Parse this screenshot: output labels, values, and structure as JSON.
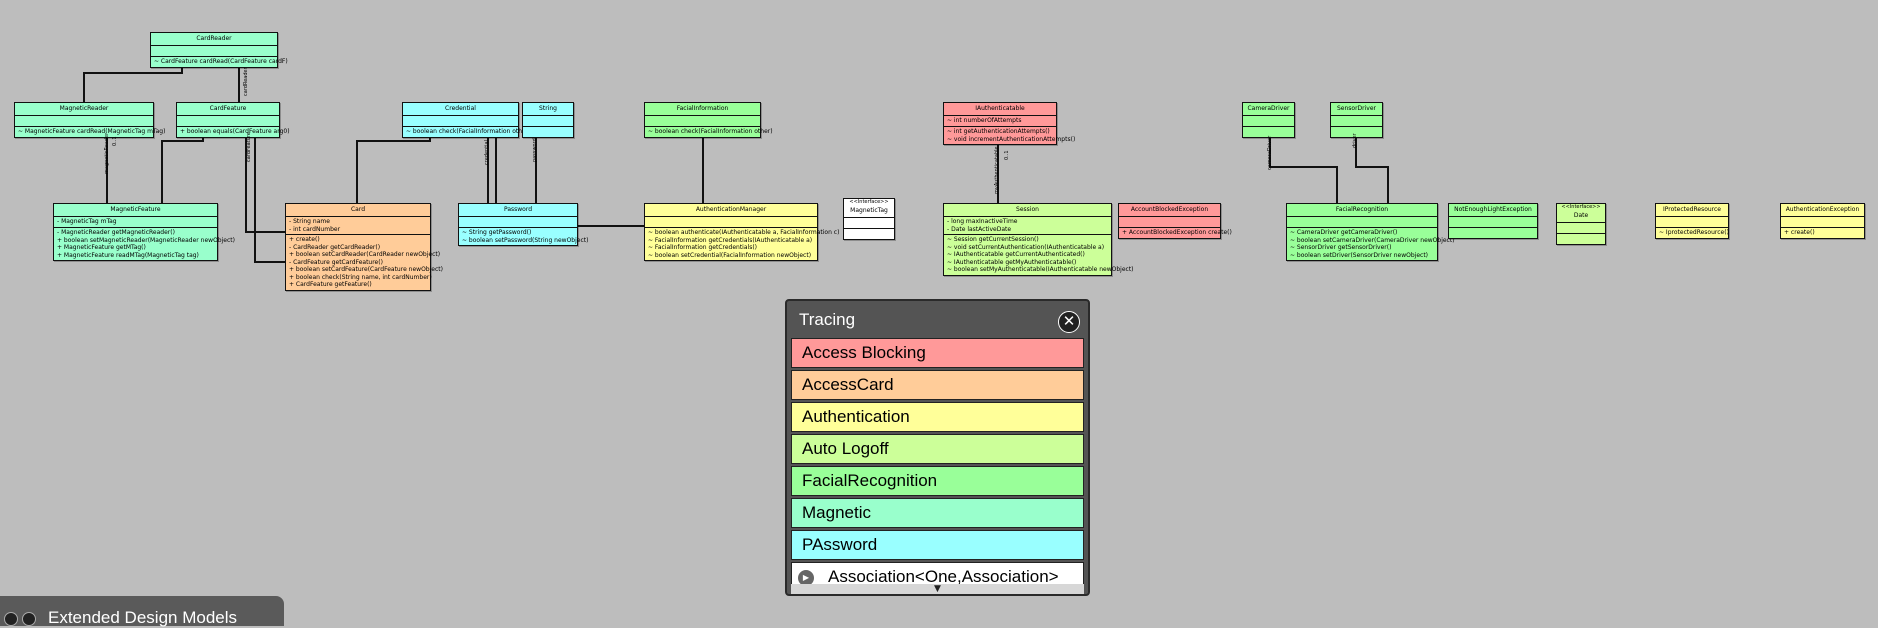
{
  "colors": {
    "access_blocking": "#ff9999",
    "access_card": "#ffcc99",
    "authentication": "#ffff99",
    "auto_logoff": "#ccff99",
    "facial_recognition": "#99ff99",
    "magnetic": "#99ffcc",
    "password": "#99ffff",
    "plain": "#ffffff",
    "line": "#111111"
  },
  "classes": [
    {
      "id": "CardReader",
      "title": "CardReader",
      "color": "magnetic",
      "attrs": [],
      "ops": [
        "~ CardFeature cardRead(CardFeature cardF)"
      ]
    },
    {
      "id": "MagneticReader",
      "title": "MagneticReader",
      "color": "magnetic",
      "attrs": [],
      "ops": [
        "~ MagneticFeature cardRead(MagneticTag mTag)"
      ]
    },
    {
      "id": "CardFeature",
      "title": "CardFeature",
      "color": "magnetic",
      "attrs": [],
      "ops": [
        "+ boolean equals(CardFeature arg0)"
      ]
    },
    {
      "id": "MagneticFeature",
      "title": "MagneticFeature",
      "color": "magnetic",
      "attrs": [
        "- MagneticTag mTag"
      ],
      "ops": [
        "- MagneticReader getMagneticReader()",
        "+ boolean setMagneticReader(MagneticReader newObject)",
        "+ MagneticFeature getMTag()",
        "+ MagneticFeature readMTag(MagneticTag tag)"
      ]
    },
    {
      "id": "Card",
      "title": "Card",
      "color": "access_card",
      "attrs": [
        "- String name",
        "- int cardNumber"
      ],
      "ops": [
        "+ create()",
        "- CardReader getCardReader()",
        "+ boolean setCardReader(CardReader newObject)",
        "- CardFeature getCardFeature()",
        "+ boolean setCardFeature(CardFeature newObject)",
        "+ boolean check(String name, int cardNumber)",
        "+ CardFeature getFeature()"
      ]
    },
    {
      "id": "Credential",
      "title": "Credential",
      "color": "password",
      "attrs": [],
      "ops": [
        "~ boolean check(FacialInformation other)"
      ]
    },
    {
      "id": "String",
      "title": "String",
      "color": "password",
      "attrs": [],
      "ops": []
    },
    {
      "id": "Password",
      "title": "Password",
      "color": "password",
      "attrs": [],
      "ops": [
        "~ String getPassword()",
        "~ boolean setPassword(String newObject)"
      ]
    },
    {
      "id": "FacialInformation",
      "title": "FacialInformation",
      "color": "facial_recognition",
      "attrs": [],
      "ops": [
        "~ boolean check(FacialInformation other)"
      ]
    },
    {
      "id": "AuthenticationManager",
      "title": "AuthenticationManager",
      "color": "authentication",
      "attrs": [],
      "ops": [
        "~ boolean authenticate(IAuthenticatable a, FacialInformation c)",
        "~ FacialInformation getCredentials(IAuthenticatable a)",
        "~ FacialInformation getCredentials()",
        "~ boolean setCredential(FacialInformation newObject)"
      ]
    },
    {
      "id": "MagneticTag",
      "title": "MagneticTag",
      "stereo": "<<Interface>>",
      "color": "plain",
      "attrs": [],
      "ops": []
    },
    {
      "id": "IAuthenticatable",
      "title": "IAuthenticatable",
      "color": "access_blocking",
      "attrs": [
        "~ int numberOfAttempts"
      ],
      "ops": [
        "~ int getAuthenticationAttempts()",
        "~ void incrementAuthenticationAttempts()"
      ]
    },
    {
      "id": "Session",
      "title": "Session",
      "color": "auto_logoff",
      "attrs": [
        "- long maxInactiveTime",
        "- Date lastActiveDate"
      ],
      "ops": [
        "~ Session getCurrentSession()",
        "~ void setCurrentAuthentication(IAuthenticatable a)",
        "~ IAuthenticatable getCurrentAuthenticated()",
        "~ IAuthenticatable getMyAuthenticatable()",
        "~ boolean setMyAuthenticatable(IAuthenticatable newObject)"
      ]
    },
    {
      "id": "AccountBlockedException",
      "title": "AccountBlockedException",
      "color": "access_blocking",
      "attrs": [],
      "ops": [
        "+ AccountBlockedException create()"
      ]
    },
    {
      "id": "CameraDriver",
      "title": "CameraDriver",
      "color": "facial_recognition",
      "attrs": [],
      "ops": []
    },
    {
      "id": "SensorDriver",
      "title": "SensorDriver",
      "color": "facial_recognition",
      "attrs": [],
      "ops": []
    },
    {
      "id": "FacialRecognition",
      "title": "FacialRecognition",
      "color": "facial_recognition",
      "attrs": [],
      "ops": [
        "~ CameraDriver getCameraDriver()",
        "~ boolean setCameraDriver(CameraDriver newObject)",
        "~ SensorDriver getSensorDriver()",
        "~ boolean setDriver(SensorDriver newObject)"
      ]
    },
    {
      "id": "NotEnoughLightException",
      "title": "NotEnoughLightException",
      "color": "facial_recognition",
      "attrs": [],
      "ops": []
    },
    {
      "id": "Date",
      "title": "Date",
      "stereo": "<<Interface>>",
      "color": "auto_logoff",
      "attrs": [],
      "ops": []
    },
    {
      "id": "IProtectedResource",
      "title": "IProtectedResource",
      "color": "authentication",
      "attrs": [],
      "ops": [
        "~ IprotectedResource()"
      ]
    },
    {
      "id": "AuthenticationException",
      "title": "AuthenticationException",
      "color": "authentication",
      "attrs": [],
      "ops": [
        "+ create()"
      ]
    }
  ],
  "association_labels": {
    "card_feature": "cardFeature",
    "card_reader": "cardReader",
    "magnetic_reader": "magneticReader",
    "magnetic_reader_mult": "0..1",
    "credential": "credential",
    "password": "password",
    "my_authenticatable": "myAuthenticatable",
    "my_authenticatable_mult": "0..1",
    "camera_driver": "cameraDriver",
    "driver": "driver"
  },
  "tracing": {
    "title": "Tracing",
    "items": [
      {
        "label": "Access Blocking",
        "color": "#ff9999"
      },
      {
        "label": "AccessCard",
        "color": "#ffcc99"
      },
      {
        "label": "Authentication",
        "color": "#ffff99"
      },
      {
        "label": "Auto Logoff",
        "color": "#ccff99"
      },
      {
        "label": "FacialRecognition",
        "color": "#99ff99"
      },
      {
        "label": "Magnetic",
        "color": "#99ffcc"
      },
      {
        "label": "PAssword",
        "color": "#99ffff"
      }
    ],
    "association_item": "Association<One,Association>"
  },
  "bottom_tab": {
    "label": "Extended Design Models"
  }
}
